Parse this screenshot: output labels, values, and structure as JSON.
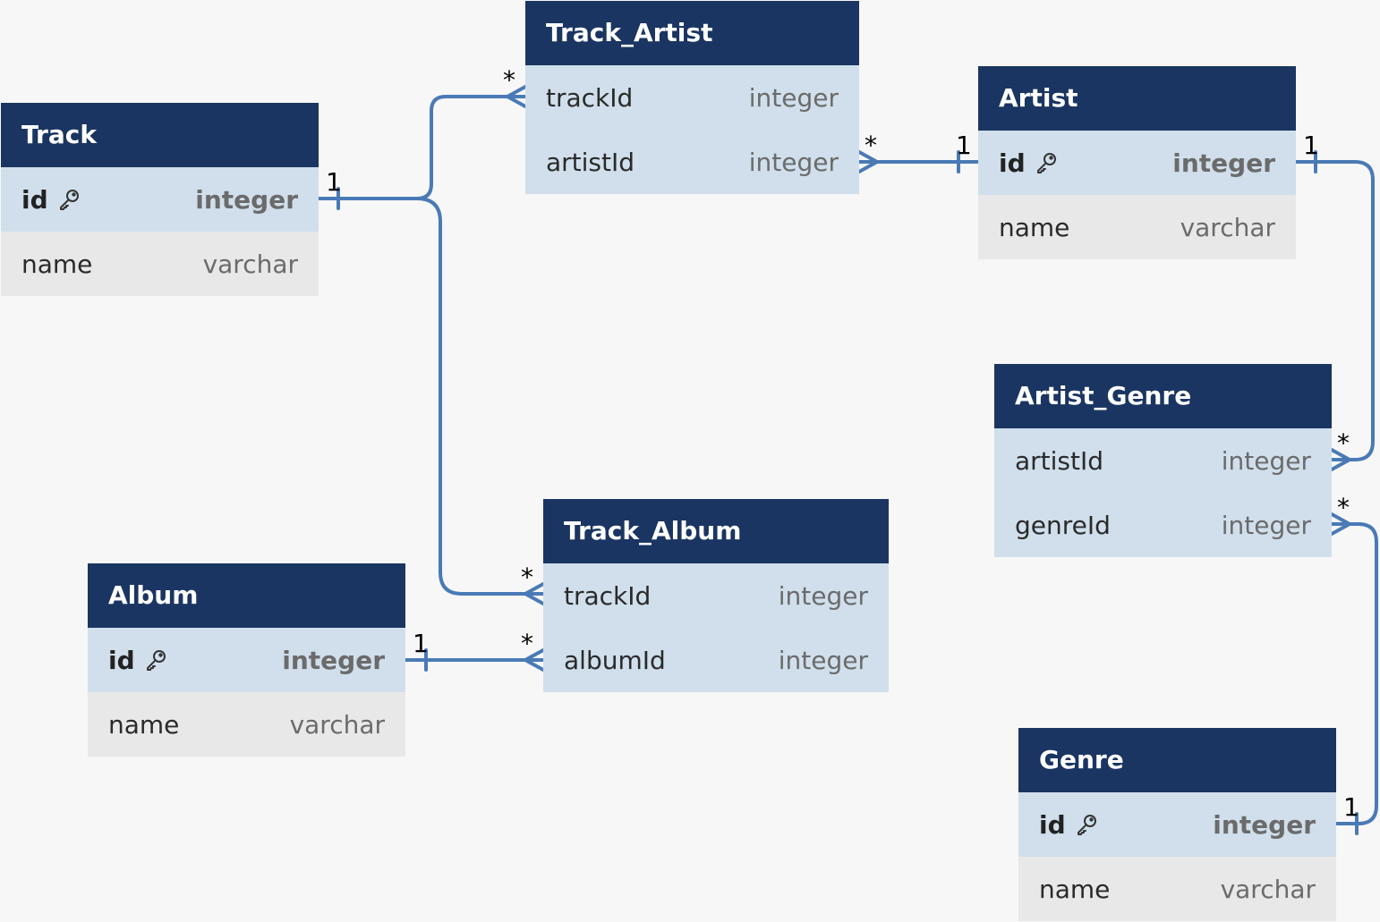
{
  "tables": {
    "track": {
      "name": "Track",
      "columns": [
        {
          "name": "id",
          "type": "integer"
        },
        {
          "name": "name",
          "type": "varchar"
        }
      ]
    },
    "track_artist": {
      "name": "Track_Artist",
      "columns": [
        {
          "name": "trackId",
          "type": "integer"
        },
        {
          "name": "artistId",
          "type": "integer"
        }
      ]
    },
    "artist": {
      "name": "Artist",
      "columns": [
        {
          "name": "id",
          "type": "integer"
        },
        {
          "name": "name",
          "type": "varchar"
        }
      ]
    },
    "artist_genre": {
      "name": "Artist_Genre",
      "columns": [
        {
          "name": "artistId",
          "type": "integer"
        },
        {
          "name": "genreId",
          "type": "integer"
        }
      ]
    },
    "track_album": {
      "name": "Track_Album",
      "columns": [
        {
          "name": "trackId",
          "type": "integer"
        },
        {
          "name": "albumId",
          "type": "integer"
        }
      ]
    },
    "album": {
      "name": "Album",
      "columns": [
        {
          "name": "id",
          "type": "integer"
        },
        {
          "name": "name",
          "type": "varchar"
        }
      ]
    },
    "genre": {
      "name": "Genre",
      "columns": [
        {
          "name": "id",
          "type": "integer"
        },
        {
          "name": "name",
          "type": "varchar"
        }
      ]
    }
  },
  "cardinality": {
    "one": "1",
    "many": "*"
  },
  "colors": {
    "header": "#1a3561",
    "key_row": "#d0dfeb",
    "plain_row": "#e8e8e8",
    "link": "#4a7ab5",
    "background": "#f7f7f7"
  },
  "icons": {
    "primary_key": "key-icon"
  }
}
